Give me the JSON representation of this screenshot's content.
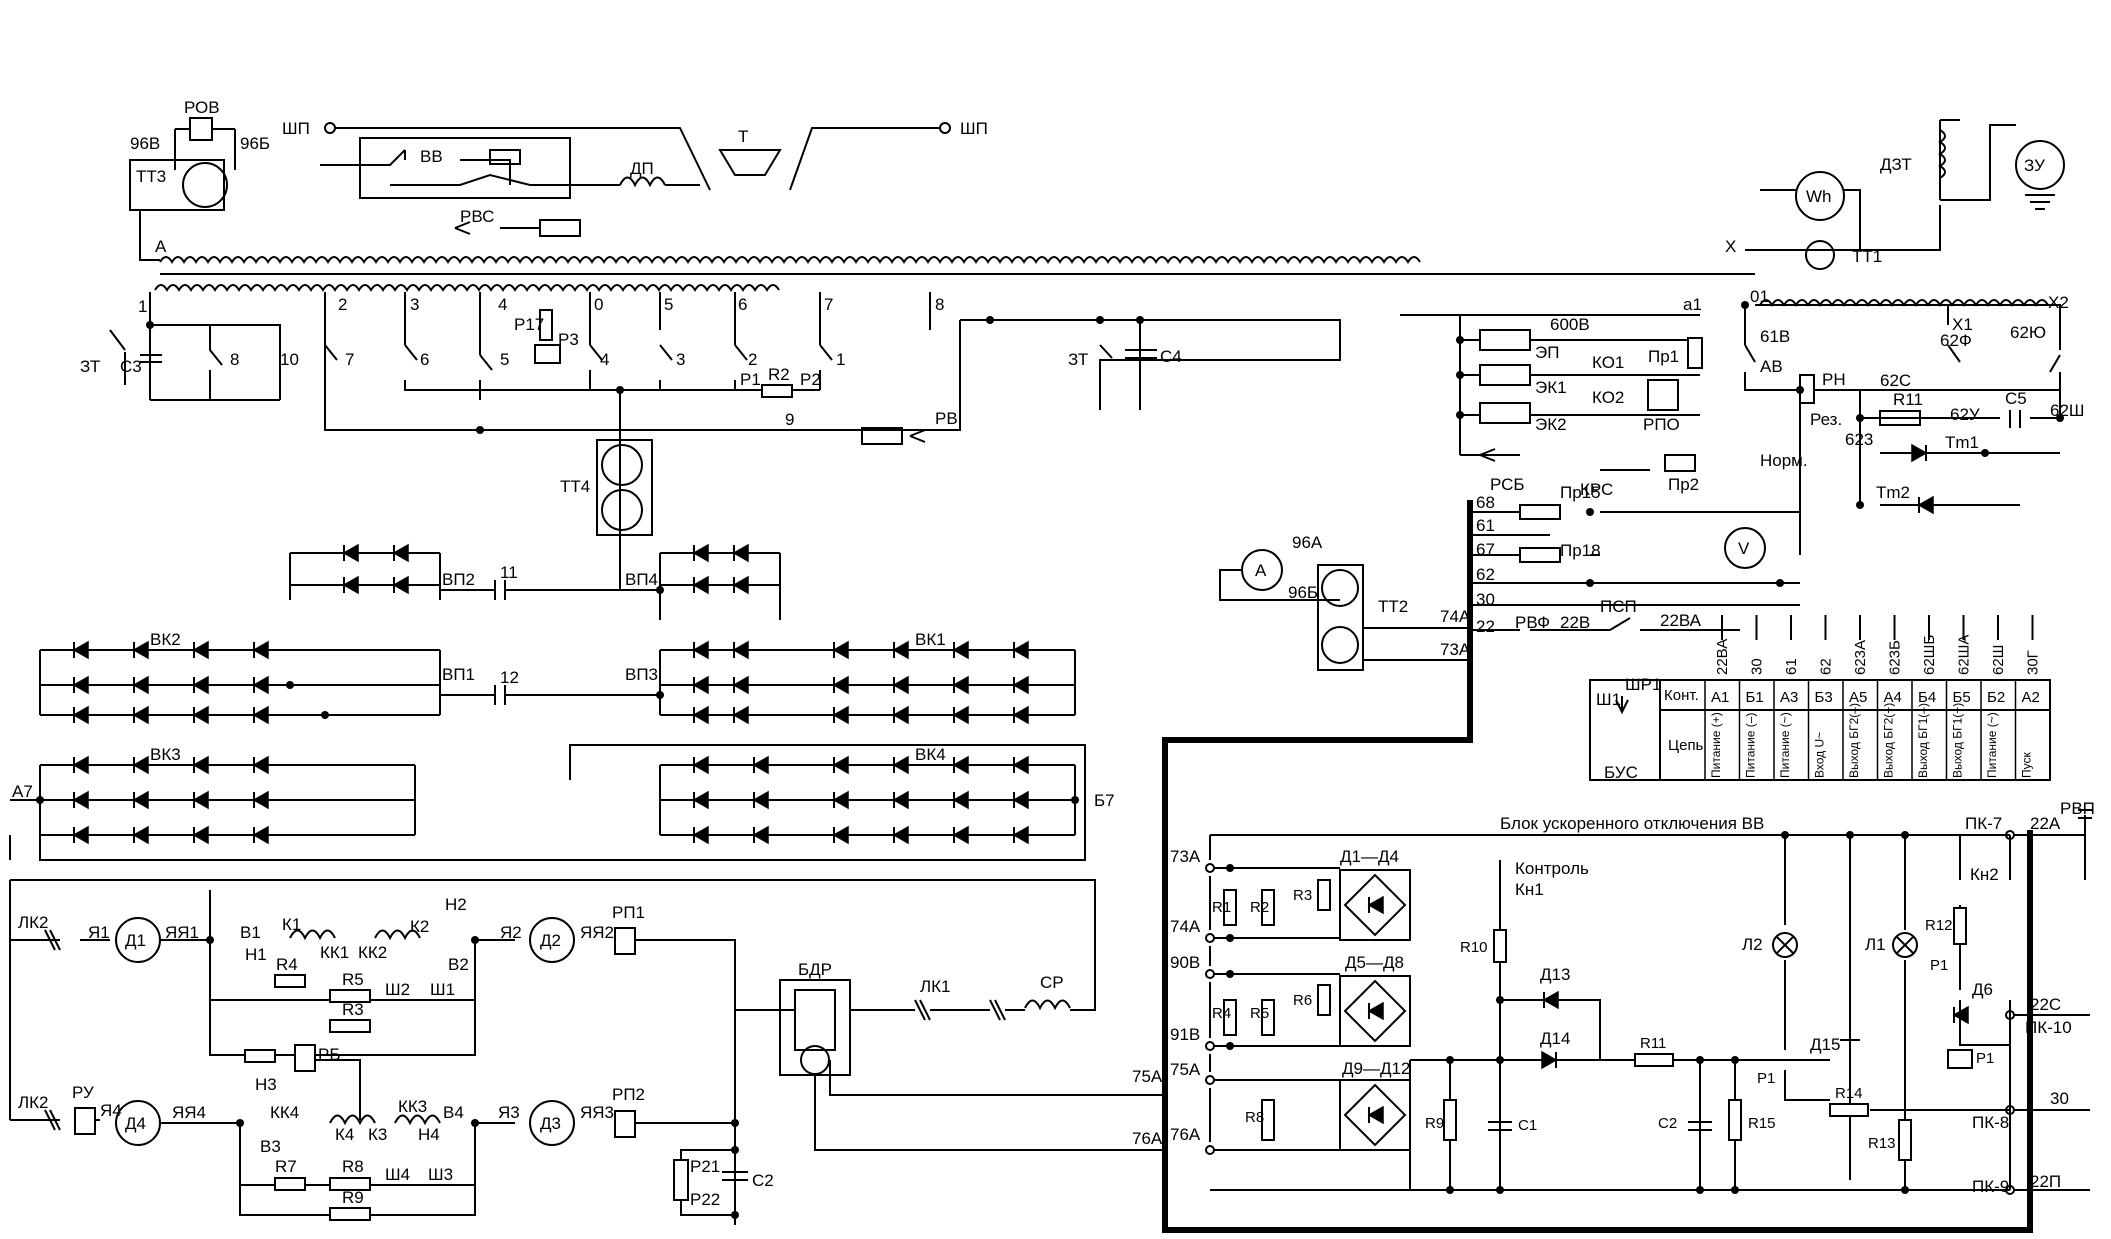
{
  "top": {
    "rov": "РОВ",
    "l96v": "96В",
    "l96b": "96Б",
    "tt3": "ТТ3",
    "shp_left": "ШП",
    "shp_right": "ШП",
    "vv": "ВВ",
    "rvs": "РВС",
    "dp": "ДП",
    "t": "Т",
    "a": "А",
    "x": "Х",
    "wh": "Wh",
    "dzt": "ДЗТ",
    "zu": "ЗУ",
    "tt1": "ТТ1"
  },
  "taps": {
    "t1": "1",
    "t2": "2",
    "t3": "3",
    "t4": "4",
    "t0": "0",
    "t5": "5",
    "t6": "6",
    "t7": "7",
    "t8": "8",
    "c2_8": "8",
    "c2_10": "10",
    "c2_7": "7",
    "c2_6": "6",
    "c2_5": "5",
    "c2_4": "4",
    "c2_3": "3",
    "c2_2": "2",
    "c2_1": "1",
    "zt1": "ЗТ",
    "c3": "С3",
    "r17": "Р17",
    "r3": "Р3",
    "p1": "Р1",
    "r2": "R2",
    "p2": "Р2",
    "n9": "9",
    "rv": "РВ",
    "zt2": "ЗТ",
    "c4": "С4"
  },
  "rect": {
    "tt4": "ТТ4",
    "vp2": "ВП2",
    "vp1": "ВП1",
    "vp4": "ВП4",
    "vp3": "ВП3",
    "vk1": "ВК1",
    "vk2": "ВК2",
    "vk3": "ВК3",
    "vk4": "ВК4",
    "n11": "11",
    "n12": "12",
    "a7": "А7",
    "b7": "Б7",
    "a_meter": "А",
    "l96a": "96А",
    "l96b2": "96Б",
    "tt2": "ТТ2",
    "l74a": "74А",
    "l73a": "73А"
  },
  "rp": {
    "a1": "а1",
    "v600": "600В",
    "ep": "ЭП",
    "ek1": "ЭК1",
    "ek2": "ЭК2",
    "ko1": "КО1",
    "ko2": "КО2",
    "pr1": "Пр1",
    "rpo": "РПО",
    "rsb": "РСБ",
    "krs": "КРС",
    "pr2": "Пр2",
    "n01": "01",
    "x1": "Х1",
    "x2": "Х2",
    "n61v": "61В",
    "n62f": "62Ф",
    "n62yu": "62Ю",
    "av": "АВ",
    "rn": "РН",
    "n62s": "62С",
    "rez": "Рез.",
    "r11": "R11",
    "n62u": "62У",
    "c5": "С5",
    "n62sh": "62Ш",
    "n623": "623",
    "tm1": "Тm1",
    "norm": "Норм.",
    "tm2": "Тm2"
  },
  "wires": {
    "n68": "68",
    "pr15": "Пр15",
    "n61": "61",
    "n67": "67",
    "pr18": "Пр18",
    "n62": "62",
    "v": "V",
    "n30": "30",
    "n22": "22",
    "rvf": "РВФ",
    "n22v": "22В",
    "psp": "ПСП",
    "n22va": "22ВА"
  },
  "conn": {
    "shr1": "ШР1",
    "sh1": "Ш1",
    "bus": "БУС",
    "kont": "Конт.",
    "cep": "Цепь",
    "top_labels": [
      "22ВА",
      "30",
      "61",
      "62",
      "623А",
      "623Б",
      "62ШБ",
      "62ША",
      "62Ш",
      "30Г"
    ],
    "pins": [
      "А1",
      "Б1",
      "А3",
      "Б3",
      "А5",
      "А4",
      "Б4",
      "Б5",
      "Б2",
      "А2"
    ],
    "funcs": [
      "Питание (+)",
      "Питание (–)",
      "Питание (~)",
      "Вход U~",
      "Выход БГ2(–)",
      "Выход БГ2(+)",
      "Выход БГ1(–)",
      "Выход БГ1(+)",
      "Питание (~)",
      "Пуск"
    ]
  },
  "motors": {
    "lk2a": "ЛК2",
    "ya1": "Я1",
    "d1": "Д1",
    "yaya1": "ЯЯ1",
    "v1": "В1",
    "k1": "К1",
    "h1": "Н1",
    "kk1": "КК1",
    "kk2": "КК2",
    "k2": "К2",
    "h2": "Н2",
    "b2": "В2",
    "r4": "R4",
    "r5": "R5",
    "sh2": "Ш2",
    "sh1m": "Ш1",
    "r3": "R3",
    "ya2": "Я2",
    "d2": "Д2",
    "yaya2": "ЯЯ2",
    "rp1": "РП1",
    "rb": "РБ",
    "bdr": "БДР",
    "lk1": "ЛК1",
    "sr": "СР",
    "lk2b": "ЛК2",
    "ru": "РУ",
    "ya4": "Я4",
    "d4": "Д4",
    "yaya4": "ЯЯ4",
    "h3": "Н3",
    "kk4": "КК4",
    "kk3": "КК3",
    "b3": "В3",
    "k4": "К4",
    "k3": "К3",
    "b4": "В4",
    "h4": "Н4",
    "r7": "R7",
    "r8": "R8",
    "sh4": "Ш4",
    "sh3": "Ш3",
    "r9": "R9",
    "ya3": "Я3",
    "d3": "Д3",
    "yaya3": "ЯЯ3",
    "rp2": "РП2",
    "r21": "Р21",
    "r22": "Р22",
    "c2": "С2",
    "l75a": "75А",
    "l76a": "76А"
  },
  "block": {
    "title": "Блок ускоренного отключения ВВ",
    "pk7": "ПК-7",
    "l22a": "22А",
    "rvp": "РВП",
    "in73a": "73А",
    "in74a": "74А",
    "in90v": "90В",
    "in91v": "91В",
    "in75a": "75А",
    "in76a": "76А",
    "r1": "R1",
    "r2": "R2",
    "r3": "R3",
    "d14": "Д1—Д4",
    "r4": "R4",
    "r5": "R5",
    "r6": "R6",
    "d58": "Д5—Д8",
    "r8": "R8",
    "d912": "Д9—Д12",
    "kontrol": "Контроль",
    "kn1": "Кн1",
    "r10": "R10",
    "d13": "Д13",
    "d14b": "Д14",
    "r11": "R11",
    "r9": "R9",
    "c1": "С1",
    "c2": "С2",
    "r15": "R15",
    "l2": "Л2",
    "l1": "Л1",
    "kn2": "Кн2",
    "r12": "R12",
    "p1": "Р1",
    "d6": "Д6",
    "d15": "Д15",
    "p1b": "Р1",
    "r14": "R14",
    "p1c": "Р1",
    "r13": "R13",
    "l22c": "22С",
    "pk10": "ПК-10",
    "n30": "30",
    "pk8": "ПК-8",
    "pk9": "ПК-9",
    "l22p": "22П"
  }
}
